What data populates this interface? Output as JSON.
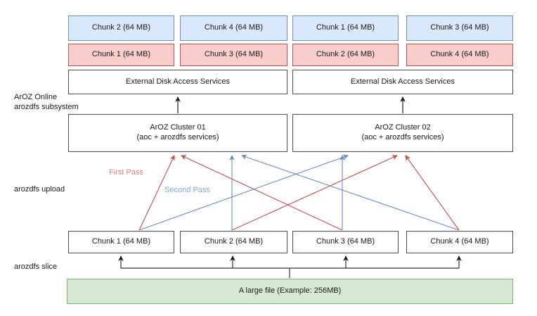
{
  "diagram": {
    "title": "ArOZ Online arozdfs distribution diagram",
    "colors": {
      "blue_fill": "#dae8fc",
      "blue_stroke": "#6c8ebf",
      "red_fill": "#f8cecc",
      "red_stroke": "#b85450",
      "green_fill": "#d5e8d4",
      "green_stroke": "#82b366",
      "white_fill": "#ffffff",
      "gray_stroke": "#4d4d4d",
      "first_pass_line": "#c0504d",
      "second_pass_line": "#6c8ebf",
      "first_pass_text": "#e8807c",
      "second_pass_text": "#7ea6d9"
    },
    "side_labels": [
      {
        "id": "subsystem",
        "text": "ArOZ Online\narozdfs subsystem"
      },
      {
        "id": "upload",
        "text": "arozdfs upload"
      },
      {
        "id": "slice",
        "text": "arozdfs slice"
      }
    ],
    "pass_labels": [
      {
        "id": "first-pass",
        "text": "First Pass"
      },
      {
        "id": "second-pass",
        "text": "Second Pass"
      }
    ],
    "stored_chunks_blue": [
      {
        "id": "b1",
        "text": "Chunk 2 (64 MB)"
      },
      {
        "id": "b2",
        "text": "Chunk 4 (64 MB)"
      },
      {
        "id": "b3",
        "text": "Chunk 1 (64 MB)"
      },
      {
        "id": "b4",
        "text": "Chunk 3 (64 MB)"
      }
    ],
    "stored_chunks_red": [
      {
        "id": "r1",
        "text": "Chunk 1 (64 MB)"
      },
      {
        "id": "r2",
        "text": "Chunk 3 (64 MB)"
      },
      {
        "id": "r3",
        "text": "Chunk 2 (64 MB)"
      },
      {
        "id": "r4",
        "text": "Chunk 4 (64 MB)"
      }
    ],
    "disk_services": [
      {
        "id": "d1",
        "text": "External Disk Access Services"
      },
      {
        "id": "d2",
        "text": "External Disk Access Services"
      }
    ],
    "clusters": [
      {
        "id": "c1",
        "name": "ArOZ Cluster 01",
        "sub": "(aoc + arozdfs services)"
      },
      {
        "id": "c2",
        "name": "ArOZ Cluster 02",
        "sub": "(aoc + arozdfs services)"
      }
    ],
    "source_chunks": [
      {
        "id": "s1",
        "text": "Chunk 1 (64 MB)"
      },
      {
        "id": "s2",
        "text": "Chunk 2 (64 MB)"
      },
      {
        "id": "s3",
        "text": "Chunk 3 (64 MB)"
      },
      {
        "id": "s4",
        "text": "Chunk 4 (64 MB)"
      }
    ],
    "source_file": {
      "id": "f1",
      "text": "A large file (Example: 256MB)"
    }
  }
}
